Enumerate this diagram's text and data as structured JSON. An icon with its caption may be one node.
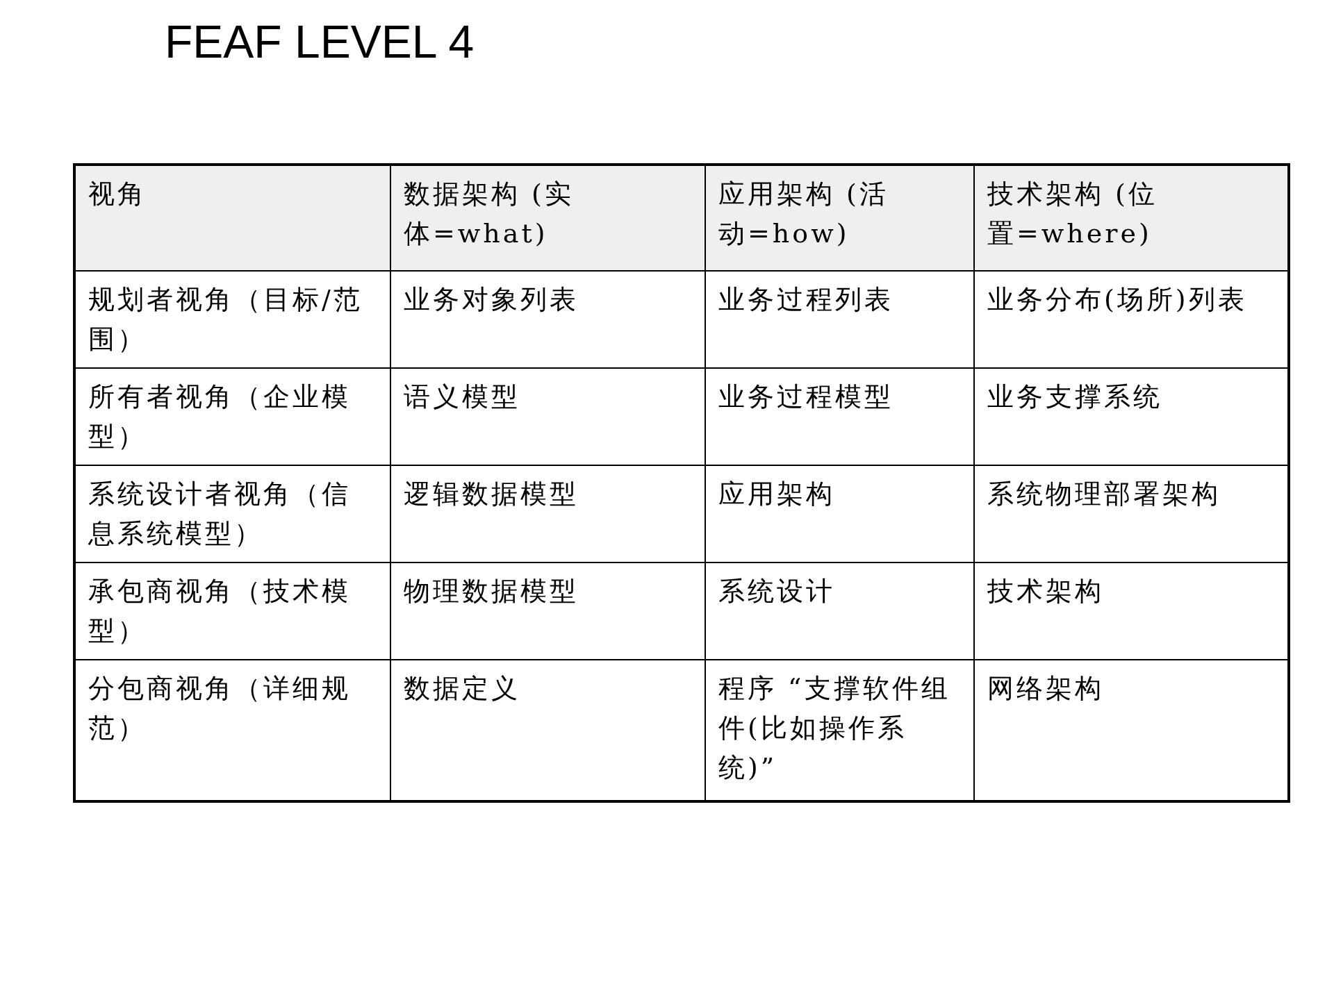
{
  "diagram": {
    "title": "FEAF LEVEL 4",
    "labels": [
      "视角",
      "数据架构 (实体=what)",
      "应用架构 (活动=how)",
      "技术架构 (位置=where)",
      "规划者视角（目标/范围）",
      "业务对象列表",
      "业务过程列表",
      "业务分布(场所)列表",
      "所有者视角（企业模型）",
      "语义模型",
      "业务过程模型",
      "业务支撑系统",
      "系统设计者视角（信息系统模型）",
      "逻辑数据模型",
      "应用架构",
      "系统物理部署架构",
      "承包商视角（技术模型）",
      "物理数据模型",
      "系统设计",
      "技术架构",
      "分包商视角（详细规范）",
      "数据定义",
      "程序 “支撑软件组件(比如操作系统)”",
      "网络架构"
    ]
  }
}
